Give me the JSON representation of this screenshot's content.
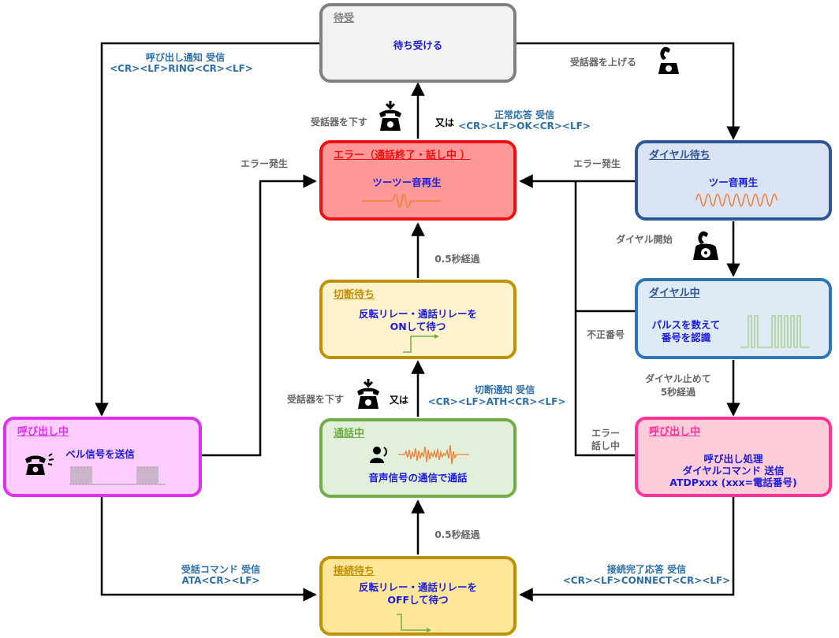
{
  "states": {
    "taiki": {
      "title": "待受",
      "desc": "待ち受ける"
    },
    "error": {
      "title": "エラー（通話終了・話し中 ）",
      "desc": "ツーツー音再生"
    },
    "dial_wait": {
      "title": "ダイヤル待ち",
      "desc": "ツー音再生"
    },
    "dialing": {
      "title": "ダイヤル中",
      "desc_line1": "パルスを数えて",
      "desc_line2": "番号を認識"
    },
    "disconnect_wait": {
      "title": "切断待ち",
      "desc_line1": "反転リレー・通話リレーを",
      "desc_line2": "ONして待つ"
    },
    "talking": {
      "title": "通話中",
      "desc": "音声信号の通信で通話"
    },
    "incoming_call": {
      "title": "呼び出し中",
      "desc": "ベル信号を送信"
    },
    "outgoing_call": {
      "title": "呼び出し中",
      "desc_line1": "呼び出し処理",
      "desc_line2": "ダイヤルコマンド 送信",
      "desc_line3": "ATDPxxx (xxx=電話番号)"
    },
    "connect_wait": {
      "title": "接続待ち",
      "desc_line1": "反転リレー・通話リレーを",
      "desc_line2": "OFFして待つ"
    }
  },
  "transitions": {
    "ring_line1": "呼び出し通知 受信",
    "ring_line2": "<CR><LF>RING<CR><LF>",
    "pickup": "受話器を上げる",
    "hangup_top": "受話器を下す",
    "or_top": "又は",
    "ok_line1": "正常応答 受信",
    "ok_line2": "<CR><LF>OK<CR><LF>",
    "error_left": "エラー発生",
    "error_right": "エラー発生",
    "dial_start": "ダイヤル開始",
    "half_sec_top": "0.5秒経過",
    "invalid_number": "不正番号",
    "dial_stop_line1": "ダイヤル止めて",
    "dial_stop_line2": "5秒経過",
    "hangup_mid": "受話器を下す",
    "or_mid": "又は",
    "ath_line1": "切断通知 受信",
    "ath_line2": "<CR><LF>ATH<CR><LF>",
    "busy_line1": "エラー",
    "busy_line2": "話し中",
    "half_sec_bottom": "0.5秒経過",
    "ata_line1": "受話コマンド 受信",
    "ata_line2": "ATA<CR><LF>",
    "connect_line1": "接続完了応答 受信",
    "connect_line2": "<CR><LF>CONNECT<CR><LF>"
  },
  "colors": {
    "taiki": "#808080",
    "error": "#ee1111",
    "dial": "#2e5597",
    "disconnect": "#bf9000",
    "talking": "#70ad47",
    "incoming": "#dd33ee",
    "outgoing": "#ff3399",
    "connect": "#bf9000"
  }
}
